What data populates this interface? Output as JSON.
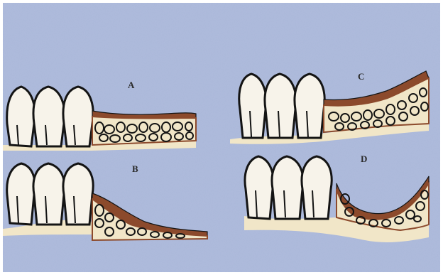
{
  "colors": {
    "background": "#aab7d9",
    "tooth_fill": "#f7f3ea",
    "outline": "#141414",
    "gingiva": "#8c4a2c",
    "bone_fill": "#f1e6c8"
  },
  "panels": [
    {
      "label": "A"
    },
    {
      "label": "B"
    },
    {
      "label": "C"
    },
    {
      "label": "D"
    }
  ]
}
